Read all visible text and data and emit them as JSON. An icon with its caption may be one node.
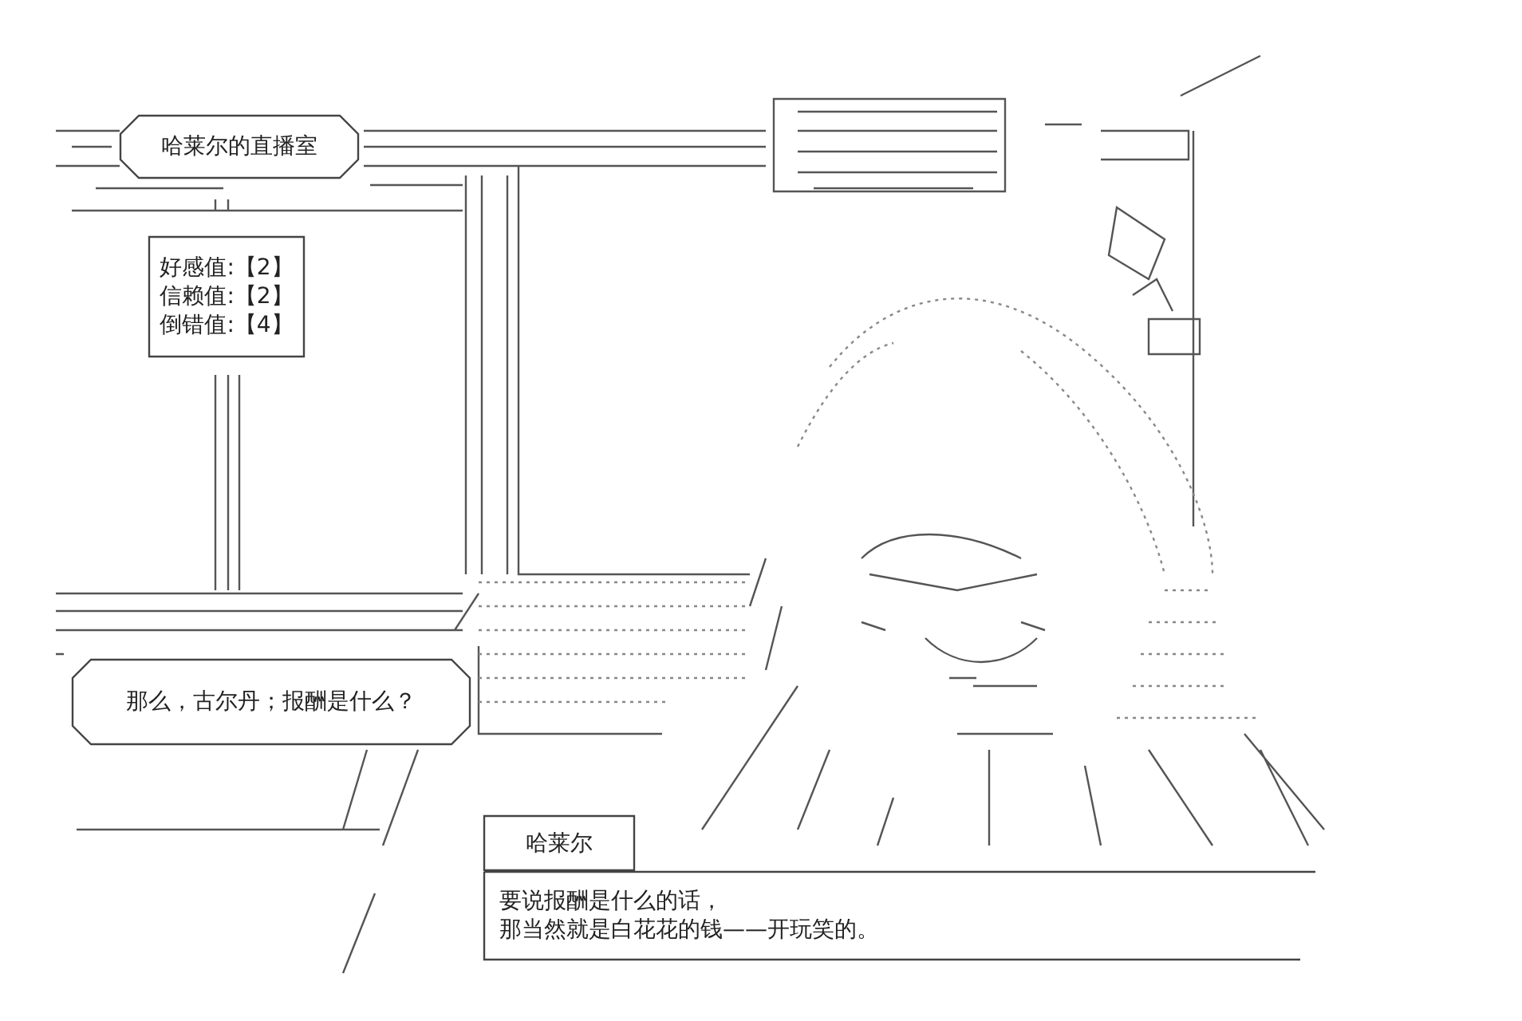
{
  "diagram": {
    "nodes": [
      {
        "text": [
          "哈莱尔的直播室"
        ]
      },
      {
        "text": [
          "好感值:【2】",
          "信赖值:【2】",
          "倒错值:【4】"
        ]
      },
      {
        "text": [
          "那么，古尔丹；报酬是什么？"
        ]
      },
      {
        "text": [
          "哈莱尔"
        ]
      },
      {
        "text": [
          "要说报酬是什么的话，",
          "那当然就是白花花的钱——开玩笑的。"
        ]
      }
    ]
  }
}
